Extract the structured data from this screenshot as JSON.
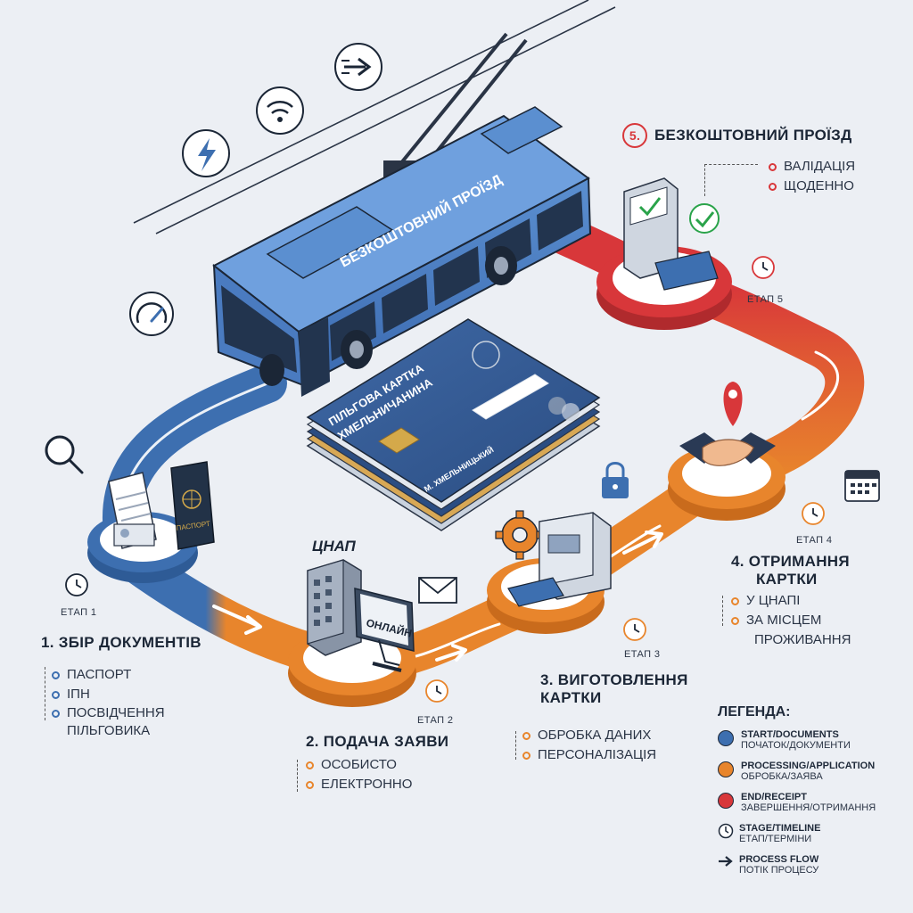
{
  "bus": {
    "banner": "БЕЗКОШТОВНИЙ ПРОЇЗД"
  },
  "card": {
    "title_line1": "ПІЛЬГОВА КАРТКА",
    "title_line2": "ХМЕЛЬНИЧАНИНА",
    "city": "М. ХМЕЛЬНИЦЬКИЙ"
  },
  "passport_label": "ПАСПОРТ",
  "cnap_label": "ЦНАП",
  "online_label": "ОНЛАЙН",
  "stages": [
    {
      "etap": "ЕТАП 1",
      "title": "1. ЗБІР ДОКУМЕНТІВ",
      "items": [
        "ПАСПОРТ",
        "ІПН",
        "ПОСВІДЧЕННЯ ПІЛЬГОВИКА"
      ]
    },
    {
      "etap": "ЕТАП 2",
      "title": "2. ПОДАЧА ЗАЯВИ",
      "items": [
        "ОСОБИСТО",
        "ЕЛЕКТРОННО"
      ]
    },
    {
      "etap": "ЕТАП 3",
      "title_line1": "3. ВИГОТОВЛЕННЯ",
      "title_line2": "КАРТКИ",
      "items": [
        "ОБРОБКА ДАНИХ",
        "ПЕРСОНАЛІЗАЦІЯ"
      ]
    },
    {
      "etap": "ЕТАП 4",
      "title_line1": "4. ОТРИМАННЯ",
      "title_line2": "КАРТКИ",
      "items": [
        "У ЦНАПІ",
        "ЗА МІСЦЕМ",
        "ПРОЖИВАННЯ"
      ]
    },
    {
      "etap": "ЕТАП 5",
      "number": "5.",
      "title": "БЕЗКОШТОВНИЙ ПРОЇЗД",
      "items": [
        "ВАЛІДАЦІЯ",
        "ЩОДЕННО"
      ]
    }
  ],
  "legend": {
    "title": "ЛЕГЕНДА:",
    "entries": [
      {
        "en": "START/DOCUMENTS",
        "ua": "ПОЧАТОК/ДОКУМЕНТИ",
        "color": "#3d6fb0"
      },
      {
        "en": "PROCESSING/APPLICATION",
        "ua": "ОБРОБКА/ЗАЯВА",
        "color": "#e8852c"
      },
      {
        "en": "END/RECEIPT",
        "ua": "ЗАВЕРШЕННЯ/ОТРИМАННЯ",
        "color": "#d8373a"
      },
      {
        "en": "STAGE/TIMELINE",
        "ua": "ЕТАП/ТЕРМІНИ",
        "icon": "clock-icon"
      },
      {
        "en": "PROCESS FLOW",
        "ua": "ПОТІК ПРОЦЕСУ",
        "icon": "arrow-icon"
      }
    ]
  },
  "colors": {
    "blue": "#3d6fb0",
    "orange": "#e8852c",
    "red": "#d8373a",
    "background": "#eceff4"
  }
}
